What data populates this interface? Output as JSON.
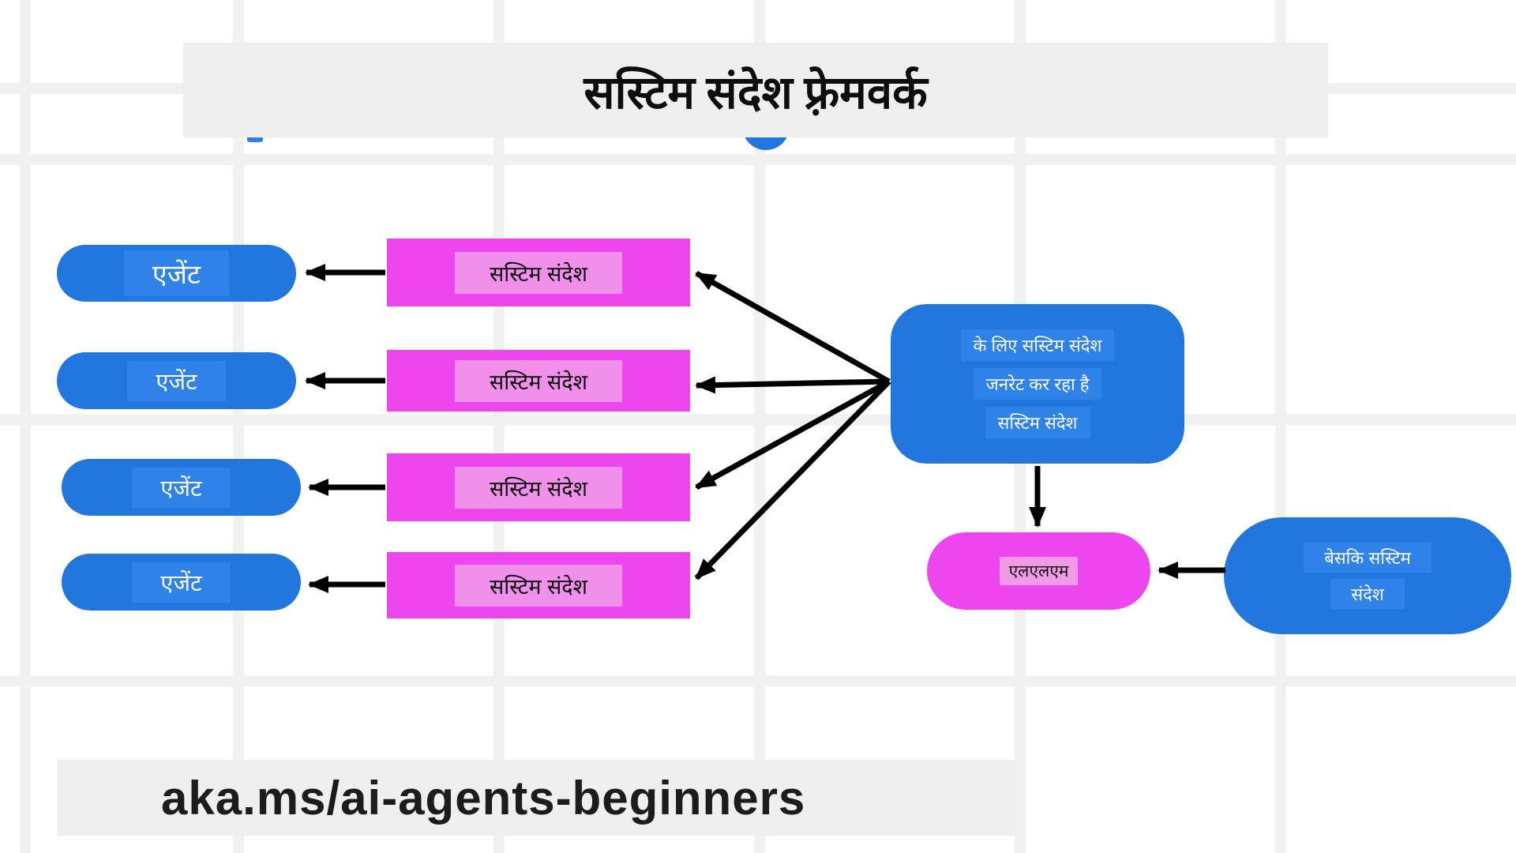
{
  "title": "सस्टिम संदेश फ़्रेमवर्क",
  "footer_link": "aka.ms/ai-agents-beginners",
  "agents": [
    {
      "label": "एजेंट"
    },
    {
      "label": "एजेंट"
    },
    {
      "label": "एजेंट"
    },
    {
      "label": "एजेंट"
    }
  ],
  "system_message_boxes": [
    {
      "label": "सस्टिम संदेश"
    },
    {
      "label": "सस्टिम संदेश"
    },
    {
      "label": "सस्टिम संदेश"
    },
    {
      "label": "सस्टिम संदेश"
    }
  ],
  "generator": {
    "line1": "के लिए सस्टिम संदेश",
    "line2": "जनरेट कर रहा है",
    "line3": "सस्टिम संदेश"
  },
  "llm": {
    "label": "एलएलएम"
  },
  "basic_system_message": {
    "line1": "बेसकि सस्टिम",
    "line2": "संदेश"
  },
  "colors": {
    "node_blue": "#2277de",
    "node_blue_highlight": "#2f83e8",
    "node_magenta": "#ee46ee",
    "node_magenta_highlight": "#f090ea",
    "banner_gray": "#efefef",
    "grid_gray": "#f1f1f1",
    "arrow_black": "#000000"
  }
}
